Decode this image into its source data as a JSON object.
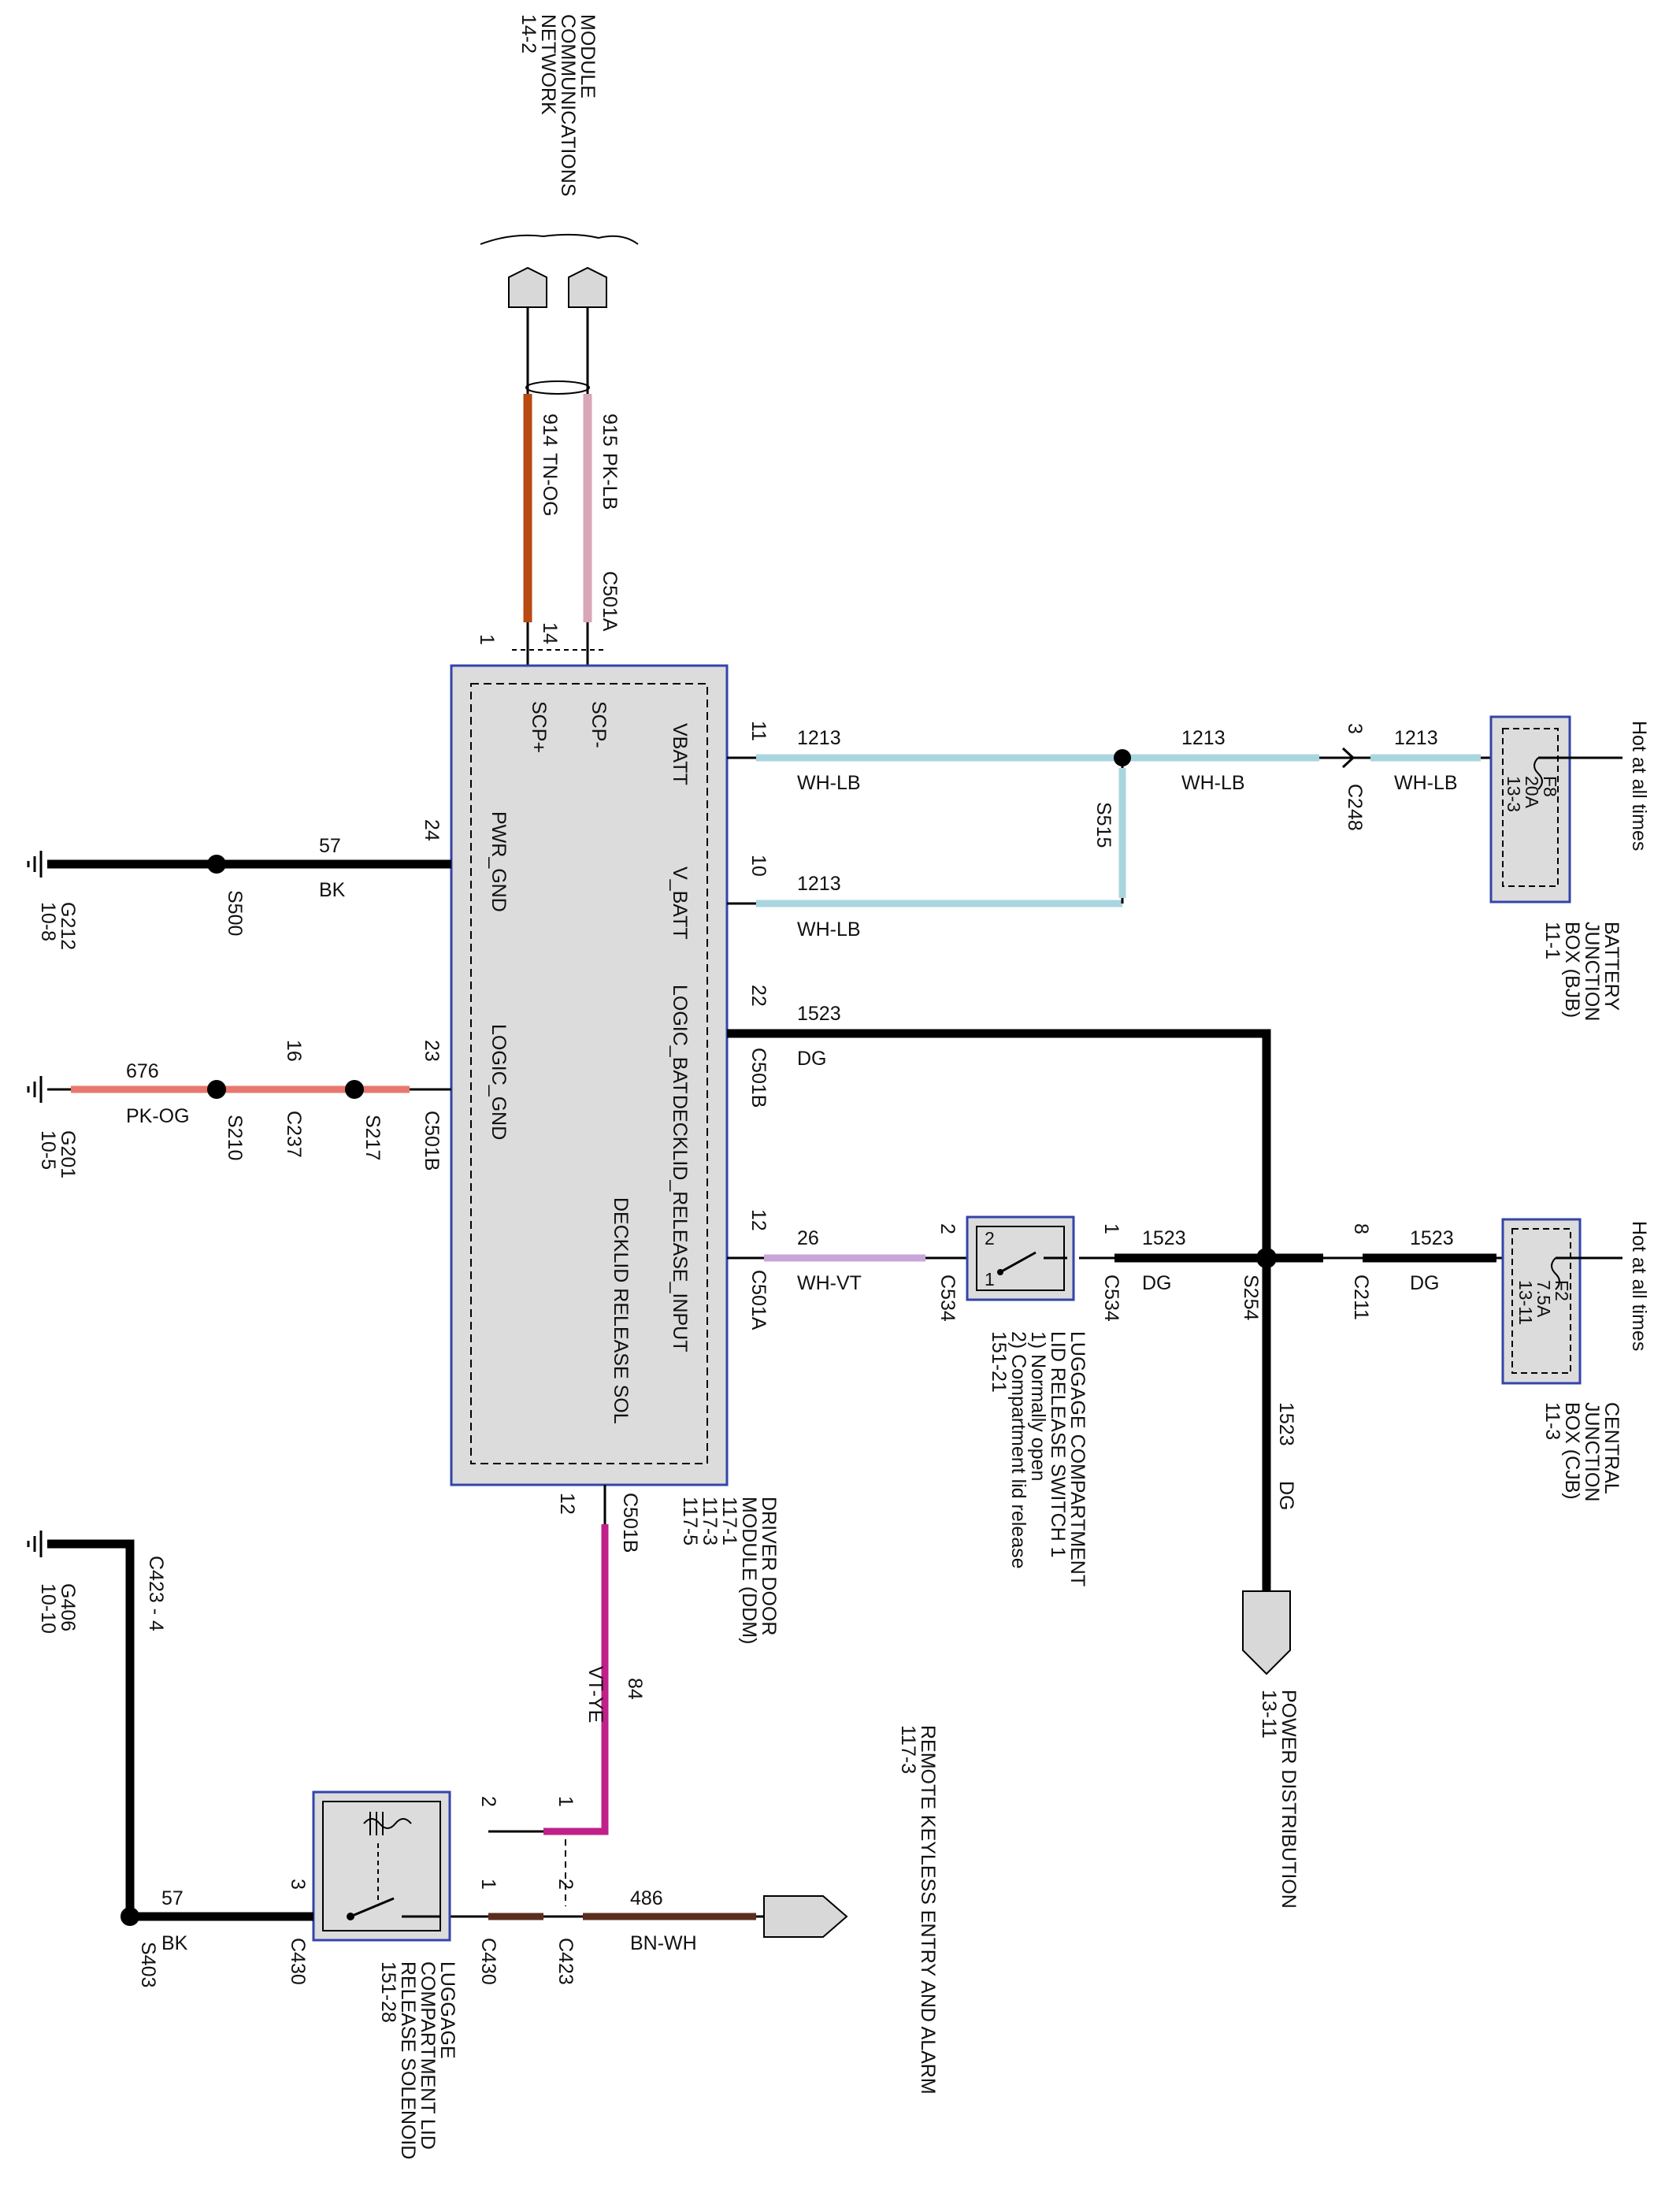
{
  "top_ref": {
    "l1": "MODULE",
    "l2": "COMMUNICATIONS",
    "l3": "NETWORK",
    "l4": "14-2"
  },
  "scp": {
    "plus_circuit": "914",
    "plus_color": "TN-OG",
    "minus_circuit": "915",
    "minus_color": "PK-LB",
    "connector": "C501A",
    "pin_plus": "1",
    "pin_minus": "14"
  },
  "module": {
    "pins": {
      "scp_plus": "SCP+",
      "scp_minus": "SCP-",
      "vbatt": "VBATT",
      "v_batt": "V_BATT",
      "logic_bat": "LOGIC_BAT",
      "decklid_input": "DECKLID_RELEASE_INPUT",
      "decklid_sol": "DECKLID RELEASE SOL",
      "pwr_gnd": "PWR_GND",
      "logic_gnd": "LOGIC_GND"
    },
    "name_l1": "DRIVER DOOR",
    "name_l2": "MODULE (DDM)",
    "ref1": "117-1",
    "ref2": "117-3",
    "ref3": "117-5"
  },
  "vbatt": {
    "pin": "11",
    "circuit": "1213",
    "color": "WH-LB",
    "splice": "S515",
    "circuit2": "1213",
    "color2": "WH-LB",
    "pin_c248": "3",
    "connector": "C248",
    "circuit3": "1213",
    "color3": "WH-LB"
  },
  "v_batt": {
    "pin": "10",
    "circuit": "1213",
    "color": "WH-LB"
  },
  "bjb": {
    "fuse": "F8",
    "rating": "20A",
    "ref": "13-3",
    "hot": "Hot at all times",
    "name_l1": "BATTERY",
    "name_l2": "JUNCTION",
    "name_l3": "BOX (BJB)",
    "name_ref": "11-1"
  },
  "logic_bat": {
    "pin": "22",
    "connector": "C501B",
    "circuit": "1523",
    "color": "DG"
  },
  "decklid_input": {
    "pin": "12",
    "connector": "C501A",
    "circuit": "26",
    "color": "WH-VT",
    "sw_pin_left": "2",
    "sw_conn_left": "C534",
    "sw_pin_right": "1",
    "sw_conn_right": "C534",
    "circuit2": "1523",
    "color2": "DG",
    "splice": "S254",
    "pin_c211": "8",
    "connector_c211": "C211",
    "circuit3": "1523",
    "color3": "DG"
  },
  "switch": {
    "l1": "LUGGAGE COMPARTMENT",
    "l2": "LID RELEASE SWITCH 1",
    "l3": "1) Normally open",
    "l4": "2) Compartment lid release",
    "l5": "151-21",
    "t_left": "2",
    "t_right": "1"
  },
  "cjb": {
    "fuse": "F2",
    "rating": "7.5A",
    "ref": "13-11",
    "hot": "Hot at all times",
    "name_l1": "CENTRAL",
    "name_l2": "JUNCTION",
    "name_l3": "BOX (CJB)",
    "name_ref": "11-3"
  },
  "power_dist": {
    "circuit": "1523",
    "color": "DG",
    "label": "POWER DISTRIBUTION",
    "ref": "13-11"
  },
  "pwr_gnd": {
    "pin": "24",
    "circuit": "57",
    "color": "BK",
    "splice": "S500",
    "ground": "G212",
    "ground_ref": "10-8"
  },
  "logic_gnd": {
    "pin": "23",
    "connector": "C501B",
    "splice1": "S217",
    "pin_c237": "16",
    "connector_c237": "C237",
    "splice2": "S210",
    "circuit": "676",
    "color": "PK-OG",
    "ground": "G201",
    "ground_ref": "10-5"
  },
  "sol_out": {
    "pin": "12",
    "connector": "C501B",
    "circuit": "84",
    "color": "VT-YE"
  },
  "solenoid": {
    "l1": "LUGGAGE",
    "l2": "COMPARTMENT LID",
    "l3": "RELEASE SOLENOID",
    "l4": "151-28",
    "pin2": "2",
    "pin1": "1",
    "pin3": "3",
    "conn_c430a": "C430",
    "conn_c430b": "C430"
  },
  "c423_top": {
    "pin_in": "1",
    "pin_in2": "2",
    "connector": "C423"
  },
  "rke": {
    "circuit": "486",
    "color": "BN-WH",
    "l1": "REMOTE KEYLESS ENTRY AND ALARM",
    "l2": "117-3"
  },
  "g406": {
    "conn": "C423 - 4",
    "ground": "G406",
    "ground_ref": "10-10",
    "splice": "S403",
    "circuit": "57",
    "color": "BK"
  },
  "colors": {
    "tn_og": "#b84a12",
    "pk_lb": "#d9a6b7",
    "wh_lb": "#a9d5df",
    "pk_og": "#e8786f",
    "vt_ye": "#c0208a",
    "bn_wh": "#5a2e1e",
    "bk": "#000000",
    "box_border": "#3344aa",
    "box_fill": "#dcdcdc"
  }
}
